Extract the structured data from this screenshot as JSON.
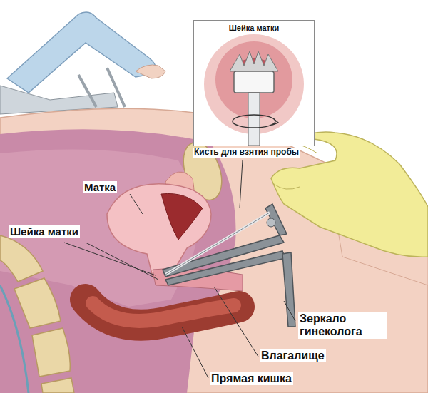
{
  "diagram": {
    "nodes": [
      {
        "text": [
          "Шейка матки"
        ]
      }
    ],
    "labels": [
      "Кисть для взятия пробы",
      "Матка",
      "Шейка матки",
      "Зеркало гинеколога",
      "Влагалище",
      "Прямая кишка"
    ]
  }
}
